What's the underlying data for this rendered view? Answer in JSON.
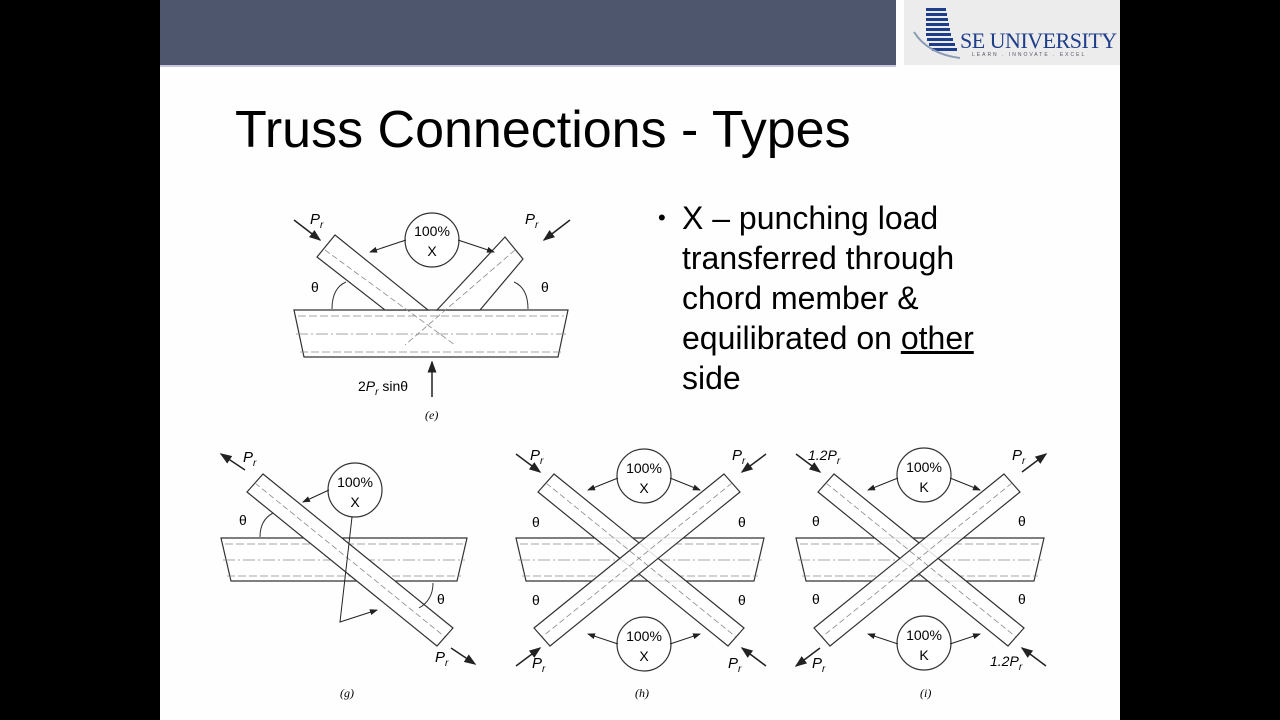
{
  "header": {
    "band_color": "#4e566e",
    "logo": {
      "name": "SE UNIVERSITY",
      "tagline": "LEARN . INNOVATE . EXCEL",
      "color": "#1e3d8a"
    }
  },
  "slide": {
    "title": "Truss Connections - Types",
    "bullet": {
      "marker": "•",
      "line1": "X – punching load",
      "line2": "transferred through",
      "line3": "chord member &",
      "line4_pre": "equilibrated on ",
      "line4_underlined": "other",
      "line5": "side"
    }
  },
  "figures": {
    "e": {
      "caption": "(e)",
      "circle_pct": "100%",
      "circle_type": "X",
      "load_left": "P",
      "load_right": "P",
      "subscript": "r",
      "angle": "θ",
      "reaction_prefix": "2",
      "reaction_suffix": " sinθ"
    },
    "g": {
      "caption": "(g)",
      "circle_pct": "100%",
      "circle_type": "X",
      "load_top": "P",
      "load_bottom": "P",
      "subscript": "r",
      "angle": "θ"
    },
    "h": {
      "caption": "(h)",
      "circle_top_pct": "100%",
      "circle_top_type": "X",
      "circle_bottom_pct": "100%",
      "circle_bottom_type": "X",
      "load": "P",
      "subscript": "r",
      "angle": "θ"
    },
    "i": {
      "caption": "(i)",
      "circle_top_pct": "100%",
      "circle_top_type": "K",
      "circle_bottom_pct": "100%",
      "circle_bottom_type": "K",
      "load_tl": "1.2P",
      "load_tr": "P",
      "load_bl": "P",
      "load_br": "1.2P",
      "subscript": "r",
      "angle": "θ"
    }
  }
}
